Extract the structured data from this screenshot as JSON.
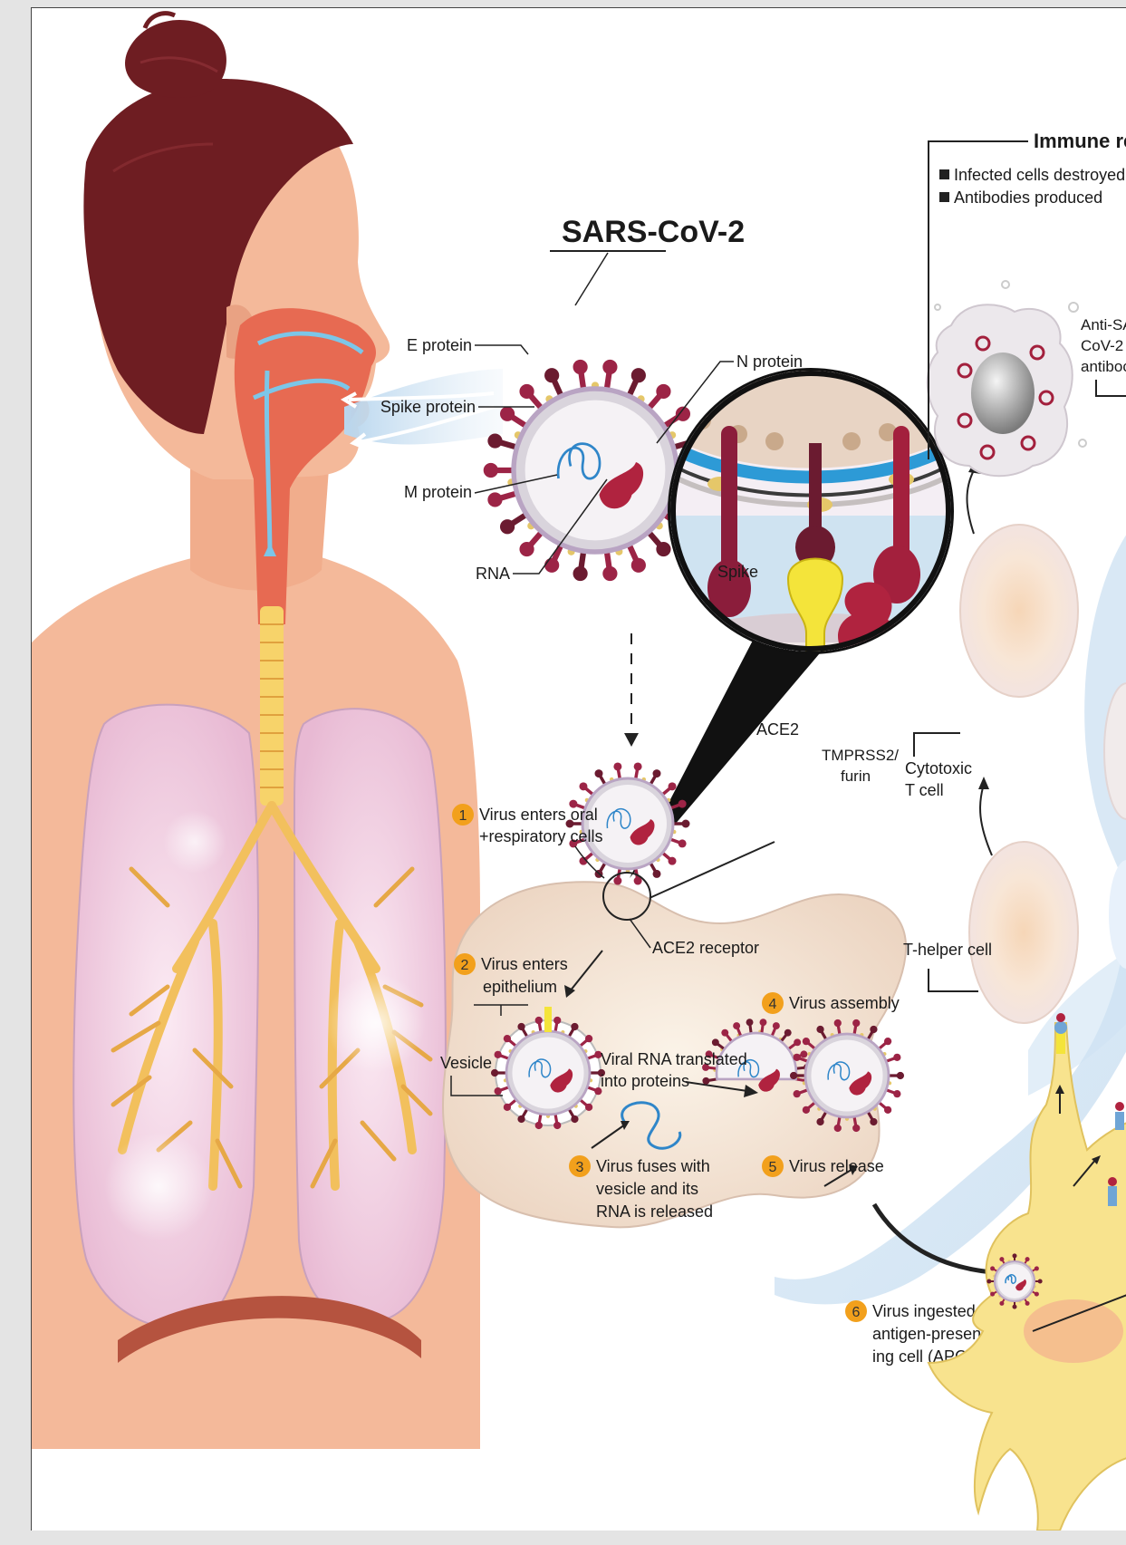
{
  "title": "SARS-CoV-2",
  "immune": {
    "heading": "Immune resp",
    "bullet1": "Infected cells destroyed",
    "bullet2": "Antibodies produced",
    "antibody_label_1": "Anti-SA",
    "antibody_label_2": "CoV-2",
    "antibody_label_3": "antiboc"
  },
  "virus_parts": {
    "e_protein": "E protein",
    "spike_protein": "Spike protein",
    "m_protein": "M protein",
    "rna": "RNA",
    "n_protein": "N protein"
  },
  "inset": {
    "spike": "Spike",
    "ace2": "ACE2",
    "tmprss2_1": "TMPRSS2/",
    "tmprss2_2": "furin"
  },
  "cells": {
    "cytotoxic_1": "Cytotoxic",
    "cytotoxic_2": "T cell",
    "t_helper": "T-helper cell"
  },
  "steps": {
    "s1_num": "1",
    "s1_line1": "Virus enters oral",
    "s1_line2": "+respiratory cells",
    "s2_num": "2",
    "s2_line1": "Virus enters",
    "s2_line2": "epithelium",
    "s3_num": "3",
    "s3_line1": "Virus fuses with",
    "s3_line2": "vesicle and its",
    "s3_line3": "RNA is released",
    "s4_num": "4",
    "s4_line1": "Virus assembly",
    "s5_num": "5",
    "s5_line1": "Virus release",
    "s6_num": "6",
    "s6_line1": "Virus ingested by",
    "s6_line2": "antigen-present-",
    "s6_line3": "ing cell (APC)"
  },
  "other_labels": {
    "ace2_receptor": "ACE2 receptor",
    "vesicle": "Vesicle",
    "translation_1": "Viral RNA translated",
    "translation_2": "into proteins"
  },
  "colors": {
    "skin": "#f3b596",
    "hair": "#6e1d22",
    "virus_spike": "#8b1d3b",
    "rna_blue": "#2f86c9",
    "step_badge": "#f2a01c",
    "cell_fill": "#f2ddc9",
    "apc_yellow": "#f8e38e",
    "lung_pink": "#f0c9df"
  }
}
